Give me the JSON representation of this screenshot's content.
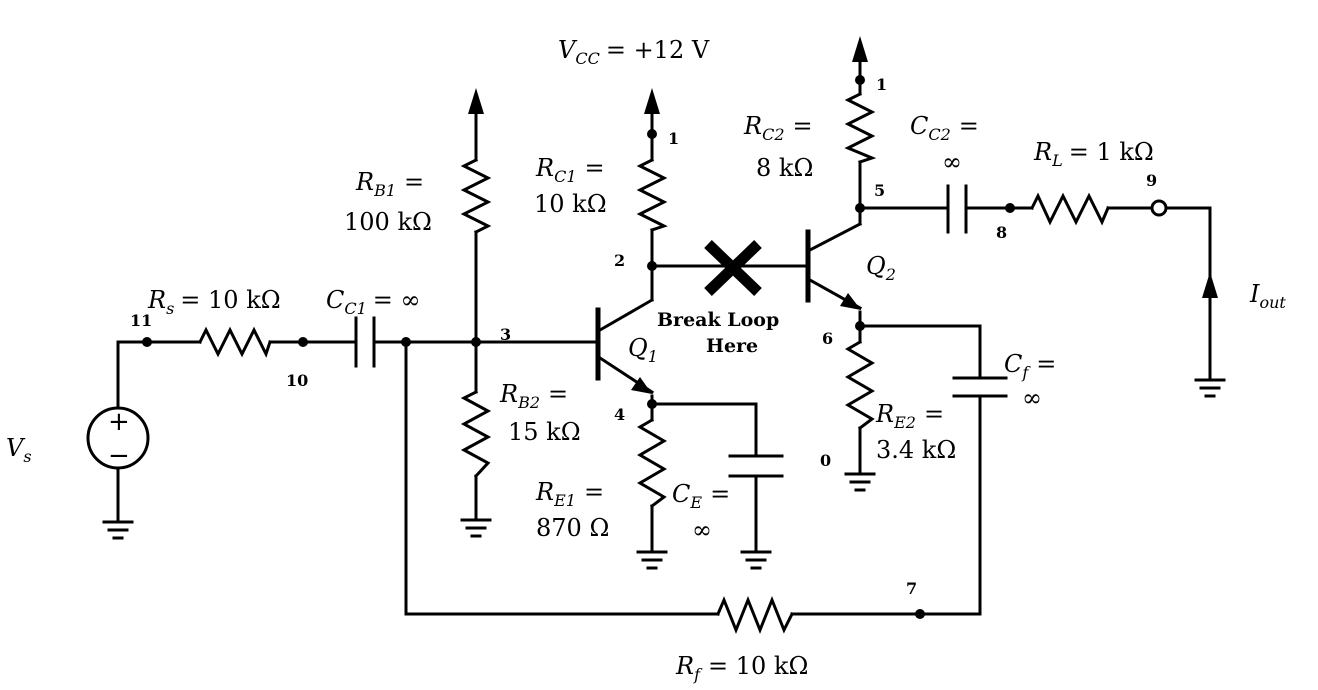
{
  "supply": {
    "symbol": "V",
    "sub": "CC",
    "value": "= +12 V"
  },
  "source": {
    "symbol": "V",
    "sub": "s",
    "plus": "+",
    "minus": "−"
  },
  "resistors": {
    "rs": {
      "symbol": "R",
      "sub": "s",
      "line1": "= 10 kΩ"
    },
    "rb1": {
      "symbol": "R",
      "sub": "B1",
      "line1": "=",
      "line2": "100 kΩ"
    },
    "rb2": {
      "symbol": "R",
      "sub": "B2",
      "line1": "=",
      "line2": "15 kΩ"
    },
    "rc1": {
      "symbol": "R",
      "sub": "C1",
      "line1": "=",
      "line2": "10 kΩ"
    },
    "re1": {
      "symbol": "R",
      "sub": "E1",
      "line1": "=",
      "line2": "870 Ω"
    },
    "rc2": {
      "symbol": "R",
      "sub": "C2",
      "line1": "=",
      "line2": "8 kΩ"
    },
    "re2": {
      "symbol": "R",
      "sub": "E2",
      "line1": "=",
      "line2": "3.4 kΩ"
    },
    "rl": {
      "symbol": "R",
      "sub": "L",
      "line1": "= 1 kΩ"
    },
    "rf": {
      "symbol": "R",
      "sub": "f",
      "line1": "= 10 kΩ"
    }
  },
  "capacitors": {
    "cc1": {
      "symbol": "C",
      "sub": "C1",
      "line1": "= ∞"
    },
    "ce": {
      "symbol": "C",
      "sub": "E",
      "line1": "=",
      "line2": "∞"
    },
    "cc2": {
      "symbol": "C",
      "sub": "C2",
      "line1": "=",
      "line2": "∞"
    },
    "cf": {
      "symbol": "C",
      "sub": "f",
      "line1": "=",
      "line2": "∞"
    }
  },
  "transistors": {
    "q1": {
      "symbol": "Q",
      "sub": "1"
    },
    "q2": {
      "symbol": "Q",
      "sub": "2"
    }
  },
  "nodes": {
    "n0": "0",
    "n1a": "1",
    "n1b": "1",
    "n2": "2",
    "n3": "3",
    "n4": "4",
    "n5": "5",
    "n6": "6",
    "n7": "7",
    "n8": "8",
    "n9": "9",
    "n10": "10",
    "n11": "11"
  },
  "break_loop": {
    "line1": "Break Loop",
    "line2": "Here"
  },
  "output": {
    "symbol": "I",
    "sub": "out"
  }
}
